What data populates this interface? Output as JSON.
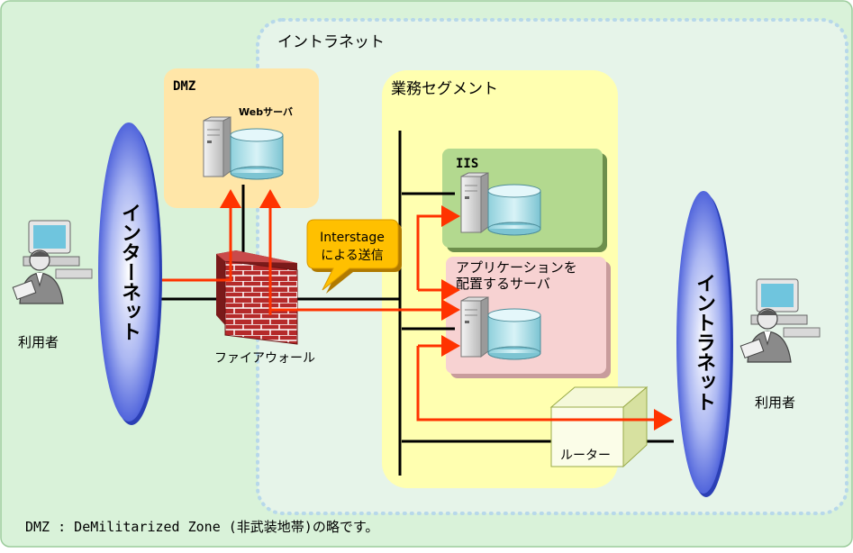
{
  "zones": {
    "intranet": "イントラネット",
    "dmz": "DMZ",
    "business_segment": "業務セグメント"
  },
  "servers": {
    "web": "Webサーバ",
    "iis": "IIS",
    "app_line1": "アプリケーションを",
    "app_line2": "配置するサーバ"
  },
  "clouds": {
    "internet": "インターネット",
    "intranet": "イントラネット"
  },
  "users": {
    "left": "利用者",
    "right": "利用者"
  },
  "firewall": "ファイアウォール",
  "router": "ルーター",
  "callout": {
    "line1": "Interstage",
    "line2": "による送信"
  },
  "footnote": "DMZ : DeMilitarized Zone (非武装地帯)の略です。",
  "colors": {
    "background": "#d9f2d9",
    "intranet_border": "#bcd9ec",
    "dmz_fill": "#ffe6a8",
    "segment_fill": "#ffffb0",
    "iis_fill": "#b3d98f",
    "app_fill": "#f7d2d2",
    "arrow": "#ff3300",
    "cloud": "#5c6fe0",
    "callout": "#ffc000"
  }
}
